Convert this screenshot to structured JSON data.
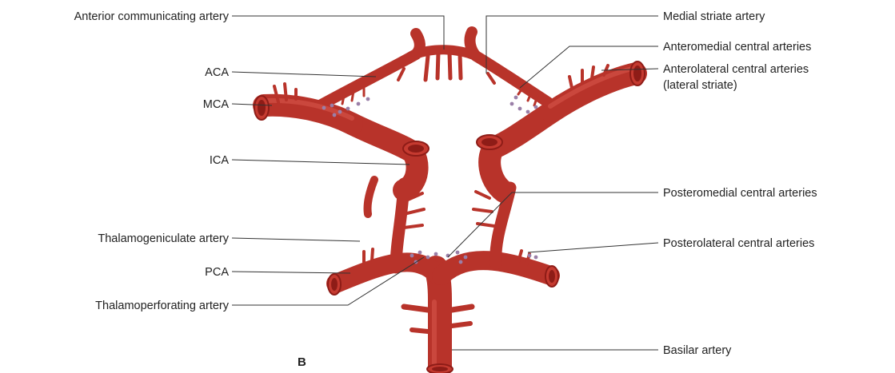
{
  "figure": {
    "panel_label": "B",
    "left_labels": {
      "anterior_communicating": "Anterior communicating artery",
      "aca": "ACA",
      "mca": "MCA",
      "ica": "ICA",
      "thalamogeniculate": "Thalamogeniculate artery",
      "pca": "PCA",
      "thalamoperforating": "Thalamoperforating artery"
    },
    "right_labels": {
      "medial_striate": "Medial striate artery",
      "anteromedial_central": "Anteromedial central arteries",
      "anterolateral_central_1": "Anterolateral central arteries",
      "anterolateral_central_2": "(lateral striate)",
      "posteromedial_central": "Posteromedial central arteries",
      "posterolateral_central": "Posterolateral central arteries",
      "basilar": "Basilar artery"
    },
    "colors": {
      "artery": "#b8332a",
      "artery_dark": "#8e1c17",
      "perforator_dots": "#9a7fa8",
      "leader_lines": "#333333"
    }
  }
}
